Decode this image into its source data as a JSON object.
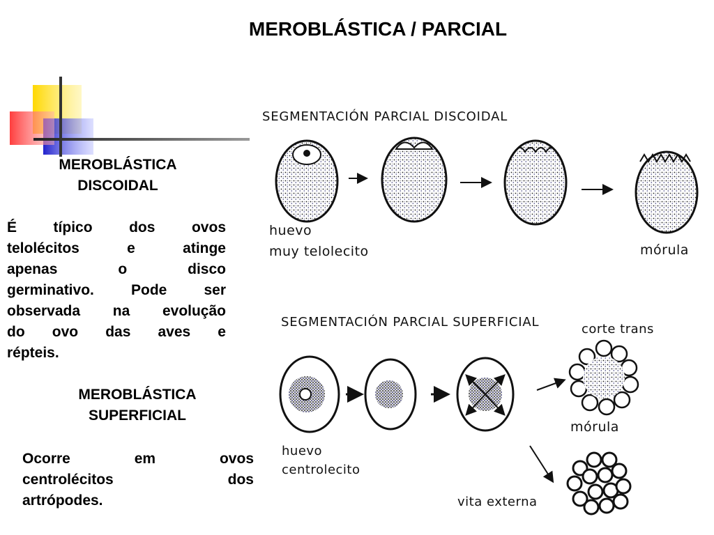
{
  "slide": {
    "title": "MEROBLÁSTICA / PARCIAL"
  },
  "left": {
    "heading1_lines": [
      "MEROBLÁSTICA",
      "DISCOIDAL"
    ],
    "paragraph1_lines": [
      "É típico dos ovos",
      "telolécitos e atinge",
      "apenas o disco",
      "germinativo. Pode ser",
      "observada na evolução",
      "do ovo das aves e",
      "répteis."
    ],
    "heading2_lines": [
      "MEROBLÁSTICA",
      "SUPERFICIAL"
    ],
    "paragraph2_lines": [
      "Ocorre em ovos",
      "centrolécitos dos",
      "artrópodes."
    ]
  },
  "figure_discoidal": {
    "title": "SEGMENTACIÓN PARCIAL DISCOIDAL",
    "label_egg_line1": "huevo",
    "label_egg_line2": "muy telolecito",
    "label_morula": "mórula"
  },
  "figure_superficial": {
    "title": "SEGMENTACIÓN PARCIAL SUPERFICIAL",
    "label_corte": "corte trans",
    "label_morula": "mórula",
    "label_egg_line1": "huevo",
    "label_egg_line2": "centrolecito",
    "label_vita": "vita externa"
  },
  "colors": {
    "deco_yellow": "#FFD800",
    "deco_red": "#FF3333",
    "deco_blue": "#2222CC",
    "deco_line": "#333333"
  }
}
